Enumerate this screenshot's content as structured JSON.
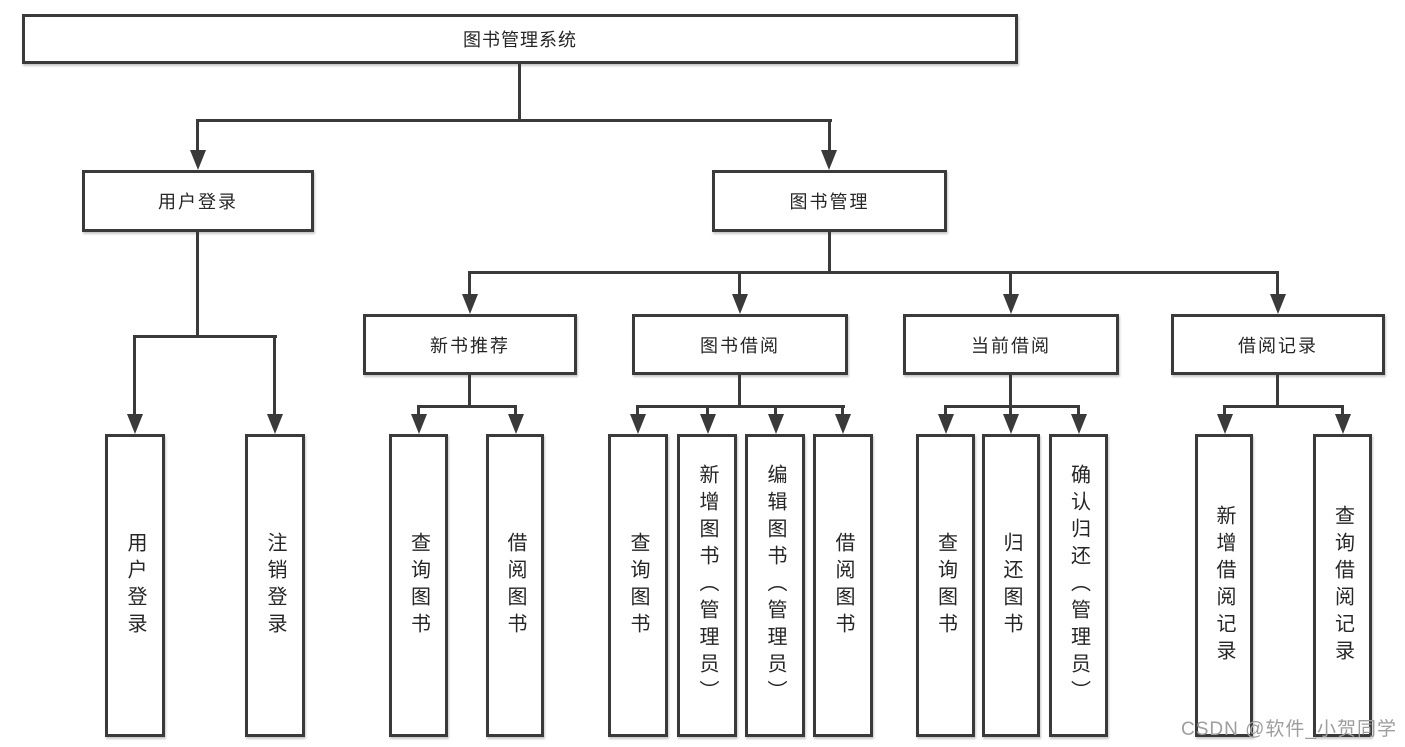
{
  "diagram": {
    "type": "hierarchy-tree",
    "orientation": "top-down",
    "colors": {
      "background": "#ffffff",
      "line": "#3a3a3a",
      "box_border": "#3a3a3a",
      "text": "#262626",
      "watermark": "#9e9e9e"
    },
    "tree": {
      "root": "图书管理系统",
      "children": [
        {
          "label": "用户登录",
          "children": [
            "用户登录",
            "注销登录"
          ]
        },
        {
          "label": "图书管理",
          "children": [
            {
              "label": "新书推荐",
              "children": [
                "查询图书",
                "借阅图书"
              ]
            },
            {
              "label": "图书借阅",
              "children": [
                "查询图书",
                "新增图书（管理员）",
                "编辑图书（管理员）",
                "借阅图书"
              ]
            },
            {
              "label": "当前借阅",
              "children": [
                "查询图书",
                "归还图书",
                "确认归还（管理员）"
              ]
            },
            {
              "label": "借阅记录",
              "children": [
                "新增借阅记录",
                "查询借阅记录"
              ]
            }
          ]
        }
      ]
    },
    "watermark": "CSDN @软件_小贺同学"
  }
}
